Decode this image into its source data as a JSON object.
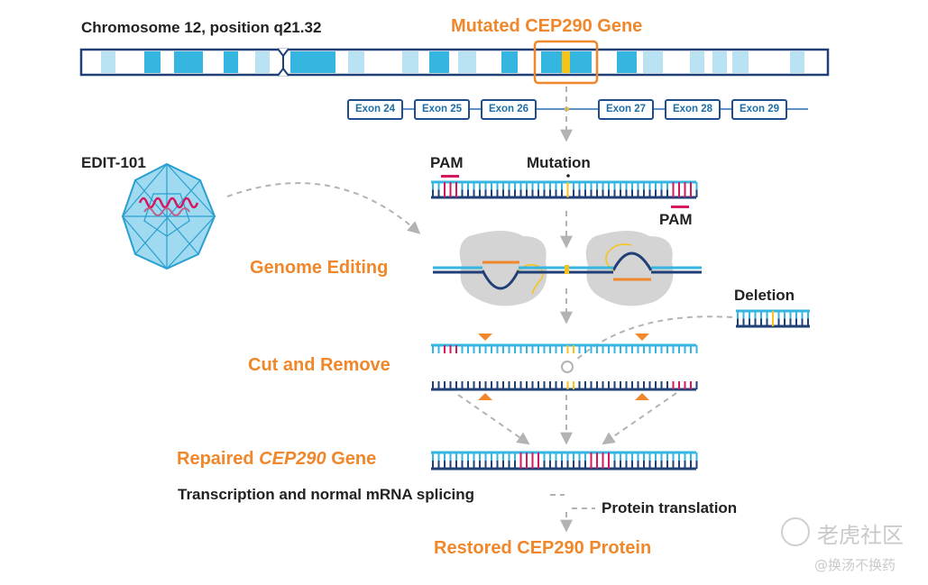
{
  "colors": {
    "light_blue": "#35b6e0",
    "pale_blue": "#b9e2f2",
    "dark_blue": "#1f3f76",
    "orange": "#f0872a",
    "yellow": "#f6c418",
    "magenta": "#d4175f",
    "gray": "#b3b3b3"
  },
  "chromosome": {
    "title": "Chromosome 12, position q21.32",
    "gene_label": "Mutated CEP290 Gene"
  },
  "exons": [
    "Exon 24",
    "Exon 25",
    "Exon 26",
    "Exon 27",
    "Exon 28",
    "Exon 29"
  ],
  "labels": {
    "edit": "EDIT-101",
    "pam_top": "PAM",
    "mutation": "Mutation",
    "pam_bottom": "PAM",
    "deletion": "Deletion"
  },
  "steps": {
    "genome_editing": "Genome Editing",
    "cut_remove": "Cut and Remove",
    "repaired_prefix": "Repaired ",
    "repaired_gene": "CEP290",
    "repaired_suffix": " Gene",
    "transcription": "Transcription and normal mRNA splicing",
    "protein_translation": "Protein translation",
    "restored": "Restored CEP290 Protein"
  },
  "watermark": {
    "brand": "老虎社区",
    "handle": "@换汤不换药"
  }
}
